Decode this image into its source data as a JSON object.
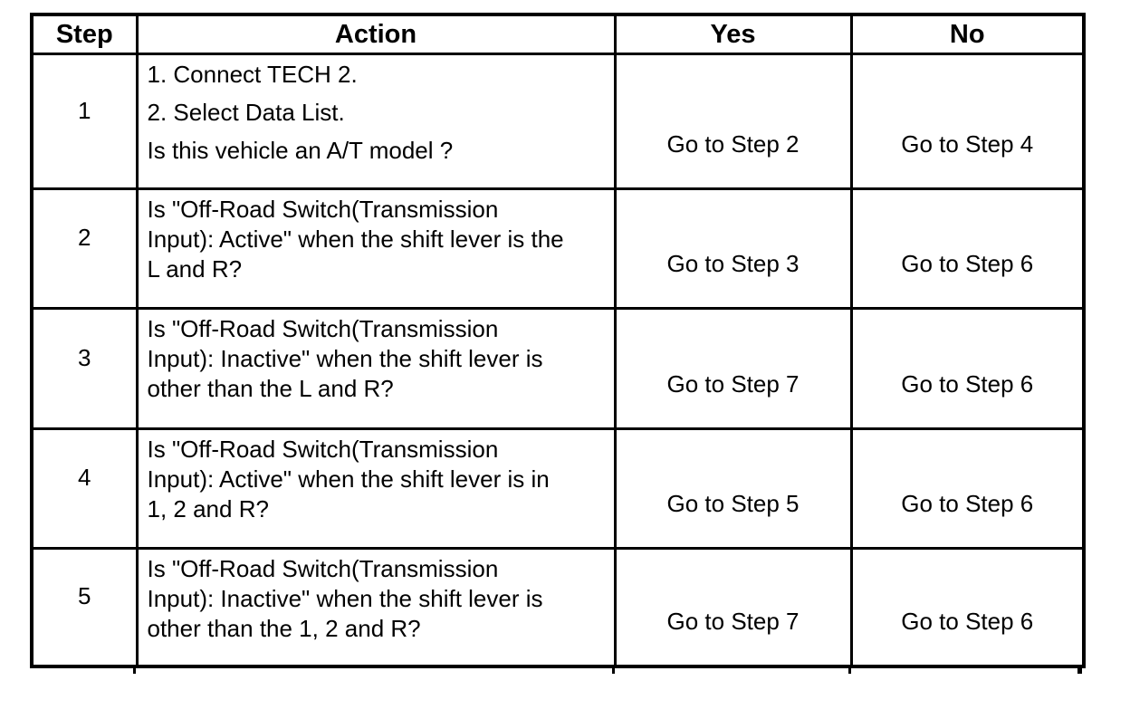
{
  "page": {
    "background_color": "#ffffff",
    "text_color": "#000000",
    "border_color": "#000000"
  },
  "table": {
    "columns": [
      "Step",
      "Action",
      "Yes",
      "No"
    ],
    "rows": [
      {
        "step": "1",
        "action_lines": [
          "1. Connect TECH 2.",
          "2. Select Data List.",
          "Is this vehicle an A/T model ?"
        ],
        "yes": "Go to Step 2",
        "no": "Go to Step 4"
      },
      {
        "step": "2",
        "action_lines": [
          "Is \"Off-Road Switch(Transmission",
          "Input): Active\" when the shift lever is the",
          "L and R?"
        ],
        "yes": "Go to Step 3",
        "no": "Go to Step 6"
      },
      {
        "step": "3",
        "action_lines": [
          "Is \"Off-Road Switch(Transmission",
          "Input): Inactive\" when the shift lever is",
          "other than the L and R?"
        ],
        "yes": "Go to Step 7",
        "no": "Go to Step 6"
      },
      {
        "step": "4",
        "action_lines": [
          "Is \"Off-Road Switch(Transmission",
          "Input): Active\" when the shift lever is in",
          "1, 2 and R?"
        ],
        "yes": "Go to Step 5",
        "no": "Go to Step 6"
      },
      {
        "step": "5",
        "action_lines": [
          "Is \"Off-Road Switch(Transmission",
          "Input): Inactive\" when the shift lever is",
          "other than the 1, 2 and R?"
        ],
        "yes": "Go to Step 7",
        "no": "Go to Step 6"
      }
    ]
  }
}
